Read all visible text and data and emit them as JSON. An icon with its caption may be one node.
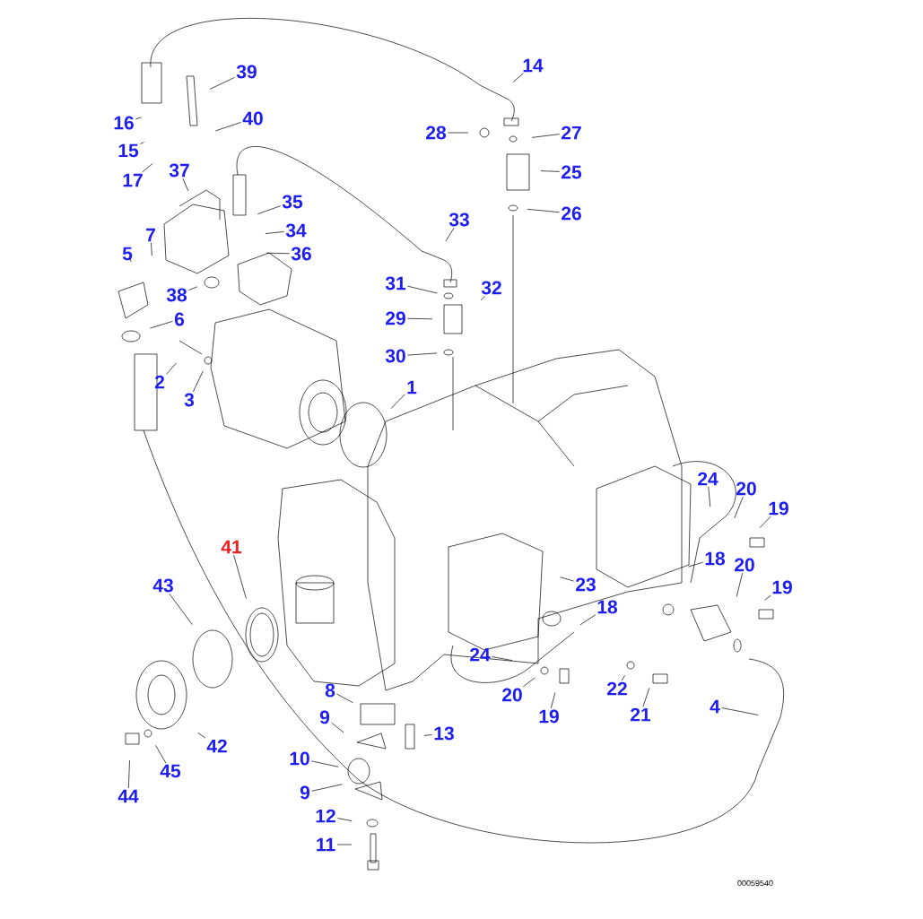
{
  "diagram": {
    "nodes": [
      {
        "text": [
          "39"
        ]
      },
      {
        "text": [
          "16"
        ]
      },
      {
        "text": [
          "15"
        ]
      },
      {
        "text": [
          "17"
        ]
      },
      {
        "text": [
          "37"
        ]
      },
      {
        "text": [
          "40"
        ]
      },
      {
        "text": [
          "7"
        ]
      },
      {
        "text": [
          "5"
        ]
      },
      {
        "text": [
          "35"
        ]
      },
      {
        "text": [
          "34"
        ]
      },
      {
        "text": [
          "36"
        ]
      },
      {
        "text": [
          "14"
        ]
      },
      {
        "text": [
          "28"
        ]
      },
      {
        "text": [
          "27"
        ]
      },
      {
        "text": [
          "25"
        ]
      },
      {
        "text": [
          "26"
        ]
      },
      {
        "text": [
          "33"
        ]
      },
      {
        "text": [
          "31"
        ]
      },
      {
        "text": [
          "32"
        ]
      },
      {
        "text": [
          "29"
        ]
      },
      {
        "text": [
          "30"
        ]
      },
      {
        "text": [
          "38"
        ]
      },
      {
        "text": [
          "6"
        ]
      },
      {
        "text": [
          "2"
        ]
      },
      {
        "text": [
          "3"
        ]
      },
      {
        "text": [
          "1"
        ]
      },
      {
        "text": [
          "41"
        ]
      },
      {
        "text": [
          "43"
        ]
      },
      {
        "text": [
          "8"
        ]
      },
      {
        "text": [
          "9"
        ]
      },
      {
        "text": [
          "13"
        ]
      },
      {
        "text": [
          "10"
        ]
      },
      {
        "text": [
          "9"
        ]
      },
      {
        "text": [
          "12"
        ]
      },
      {
        "text": [
          "11"
        ]
      },
      {
        "text": [
          "42"
        ]
      },
      {
        "text": [
          "45"
        ]
      },
      {
        "text": [
          "44"
        ]
      },
      {
        "text": [
          "24"
        ]
      },
      {
        "text": [
          "20"
        ]
      },
      {
        "text": [
          "19"
        ]
      },
      {
        "text": [
          "18"
        ]
      },
      {
        "text": [
          "20"
        ]
      },
      {
        "text": [
          "19"
        ]
      },
      {
        "text": [
          "23"
        ]
      },
      {
        "text": [
          "18"
        ]
      },
      {
        "text": [
          "24"
        ]
      },
      {
        "text": [
          "20"
        ]
      },
      {
        "text": [
          "19"
        ]
      },
      {
        "text": [
          "22"
        ]
      },
      {
        "text": [
          "21"
        ]
      },
      {
        "text": [
          "4"
        ]
      }
    ],
    "edges": [
      {
        "from": 0,
        "to": null,
        "arrow": "none"
      },
      {
        "from": 1,
        "to": null,
        "arrow": "none"
      },
      {
        "from": 2,
        "to": null,
        "arrow": "none"
      },
      {
        "from": 3,
        "to": null,
        "arrow": "none"
      },
      {
        "from": 4,
        "to": null,
        "arrow": "none"
      },
      {
        "from": 5,
        "to": null,
        "arrow": "none"
      },
      {
        "from": 6,
        "to": null,
        "arrow": "none"
      },
      {
        "from": 7,
        "to": null,
        "arrow": "none"
      },
      {
        "from": 8,
        "to": null,
        "arrow": "none"
      },
      {
        "from": 9,
        "to": null,
        "arrow": "none"
      },
      {
        "from": 10,
        "to": null,
        "arrow": "none"
      },
      {
        "from": 11,
        "to": null,
        "arrow": "none"
      },
      {
        "from": 12,
        "to": null,
        "arrow": "none"
      },
      {
        "from": 13,
        "to": null,
        "arrow": "none"
      },
      {
        "from": 14,
        "to": null,
        "arrow": "none"
      },
      {
        "from": 15,
        "to": null,
        "arrow": "none"
      },
      {
        "from": 16,
        "to": null,
        "arrow": "none"
      },
      {
        "from": 17,
        "to": null,
        "arrow": "none"
      },
      {
        "from": 18,
        "to": null,
        "arrow": "none"
      },
      {
        "from": 19,
        "to": null,
        "arrow": "none"
      },
      {
        "from": 20,
        "to": null,
        "arrow": "none"
      },
      {
        "from": 21,
        "to": null,
        "arrow": "none"
      },
      {
        "from": 22,
        "to": null,
        "arrow": "none"
      },
      {
        "from": 23,
        "to": null,
        "arrow": "none"
      },
      {
        "from": 24,
        "to": null,
        "arrow": "none"
      },
      {
        "from": 25,
        "to": null,
        "arrow": "none"
      },
      {
        "from": 26,
        "to": null,
        "arrow": "none"
      },
      {
        "from": 27,
        "to": null,
        "arrow": "none"
      },
      {
        "from": 28,
        "to": null,
        "arrow": "none"
      },
      {
        "from": 29,
        "to": null,
        "arrow": "none"
      },
      {
        "from": 30,
        "to": null,
        "arrow": "none"
      },
      {
        "from": 31,
        "to": null,
        "arrow": "none"
      },
      {
        "from": 32,
        "to": null,
        "arrow": "none"
      },
      {
        "from": 33,
        "to": null,
        "arrow": "none"
      },
      {
        "from": 34,
        "to": null,
        "arrow": "none"
      },
      {
        "from": 35,
        "to": null,
        "arrow": "none"
      },
      {
        "from": 36,
        "to": null,
        "arrow": "none"
      },
      {
        "from": 37,
        "to": null,
        "arrow": "none"
      },
      {
        "from": 38,
        "to": null,
        "arrow": "none"
      },
      {
        "from": 39,
        "to": null,
        "arrow": "none"
      },
      {
        "from": 40,
        "to": null,
        "arrow": "none"
      },
      {
        "from": 41,
        "to": null,
        "arrow": "none"
      },
      {
        "from": 42,
        "to": null,
        "arrow": "none"
      },
      {
        "from": 43,
        "to": null,
        "arrow": "none"
      },
      {
        "from": 44,
        "to": null,
        "arrow": "none"
      },
      {
        "from": 45,
        "to": null,
        "arrow": "none"
      },
      {
        "from": 46,
        "to": null,
        "arrow": "none"
      },
      {
        "from": 47,
        "to": null,
        "arrow": "none"
      },
      {
        "from": 48,
        "to": null,
        "arrow": "none"
      },
      {
        "from": 49,
        "to": null,
        "arrow": "none"
      },
      {
        "from": 50,
        "to": null,
        "arrow": "none"
      },
      {
        "from": 51,
        "to": null,
        "arrow": "none"
      }
    ],
    "labels": [
      "00059540"
    ]
  }
}
